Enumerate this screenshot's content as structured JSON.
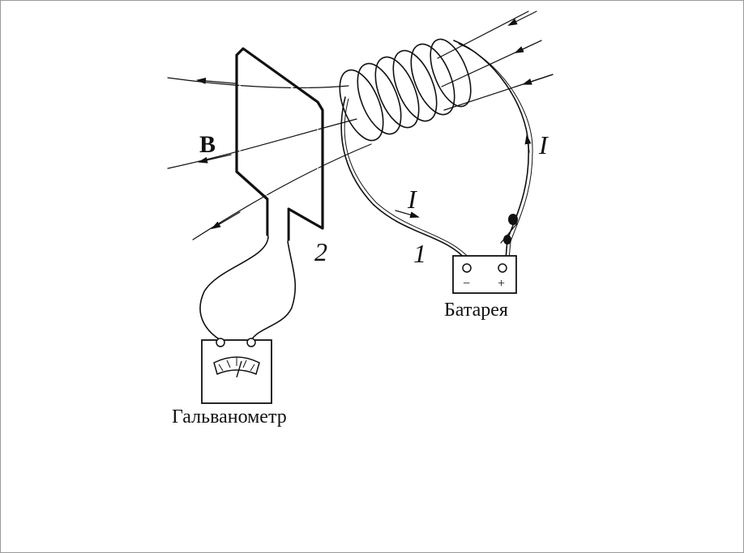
{
  "labels": {
    "field": "B",
    "current_top": "I",
    "current_bottom": "I",
    "coil_number": "1",
    "loop_number": "2",
    "battery_minus": "−",
    "battery_plus": "+",
    "battery": "Батарея",
    "galvanometer": "Гальванометр"
  },
  "colors": {
    "ink": "#111111",
    "background": "#ffffff",
    "frame": "#9a9a9a"
  }
}
